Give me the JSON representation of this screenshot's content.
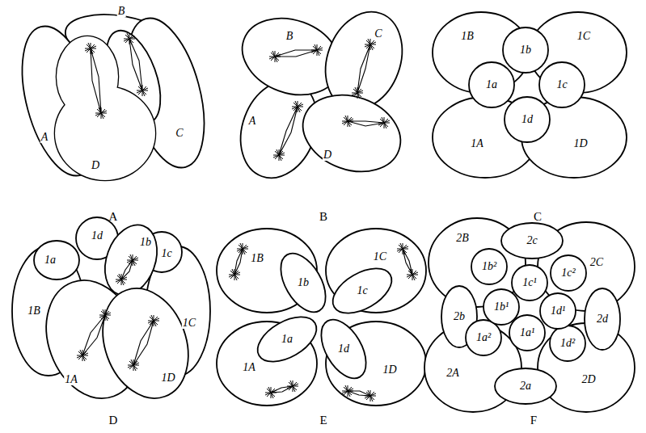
{
  "diagram": {
    "labels": [
      "B",
      "A",
      "C",
      "D",
      "B",
      "C",
      "A",
      "D",
      "1B",
      "1b",
      "1C",
      "1a",
      "1c",
      "1A",
      "1d",
      "1D",
      "A",
      "B",
      "C",
      "1d",
      "1b",
      "1a",
      "1c",
      "1B",
      "1A",
      "1D",
      "1C",
      "1B",
      "1b",
      "1C",
      "1c",
      "1a",
      "1d",
      "1A",
      "1D",
      "2B",
      "2c",
      "2C",
      "1b²",
      "1c¹",
      "1c²",
      "2b",
      "1b¹",
      "1d¹",
      "2d",
      "1a²",
      "1a¹",
      "1d²",
      "2A",
      "2a",
      "2D",
      "D",
      "E",
      "F"
    ]
  }
}
